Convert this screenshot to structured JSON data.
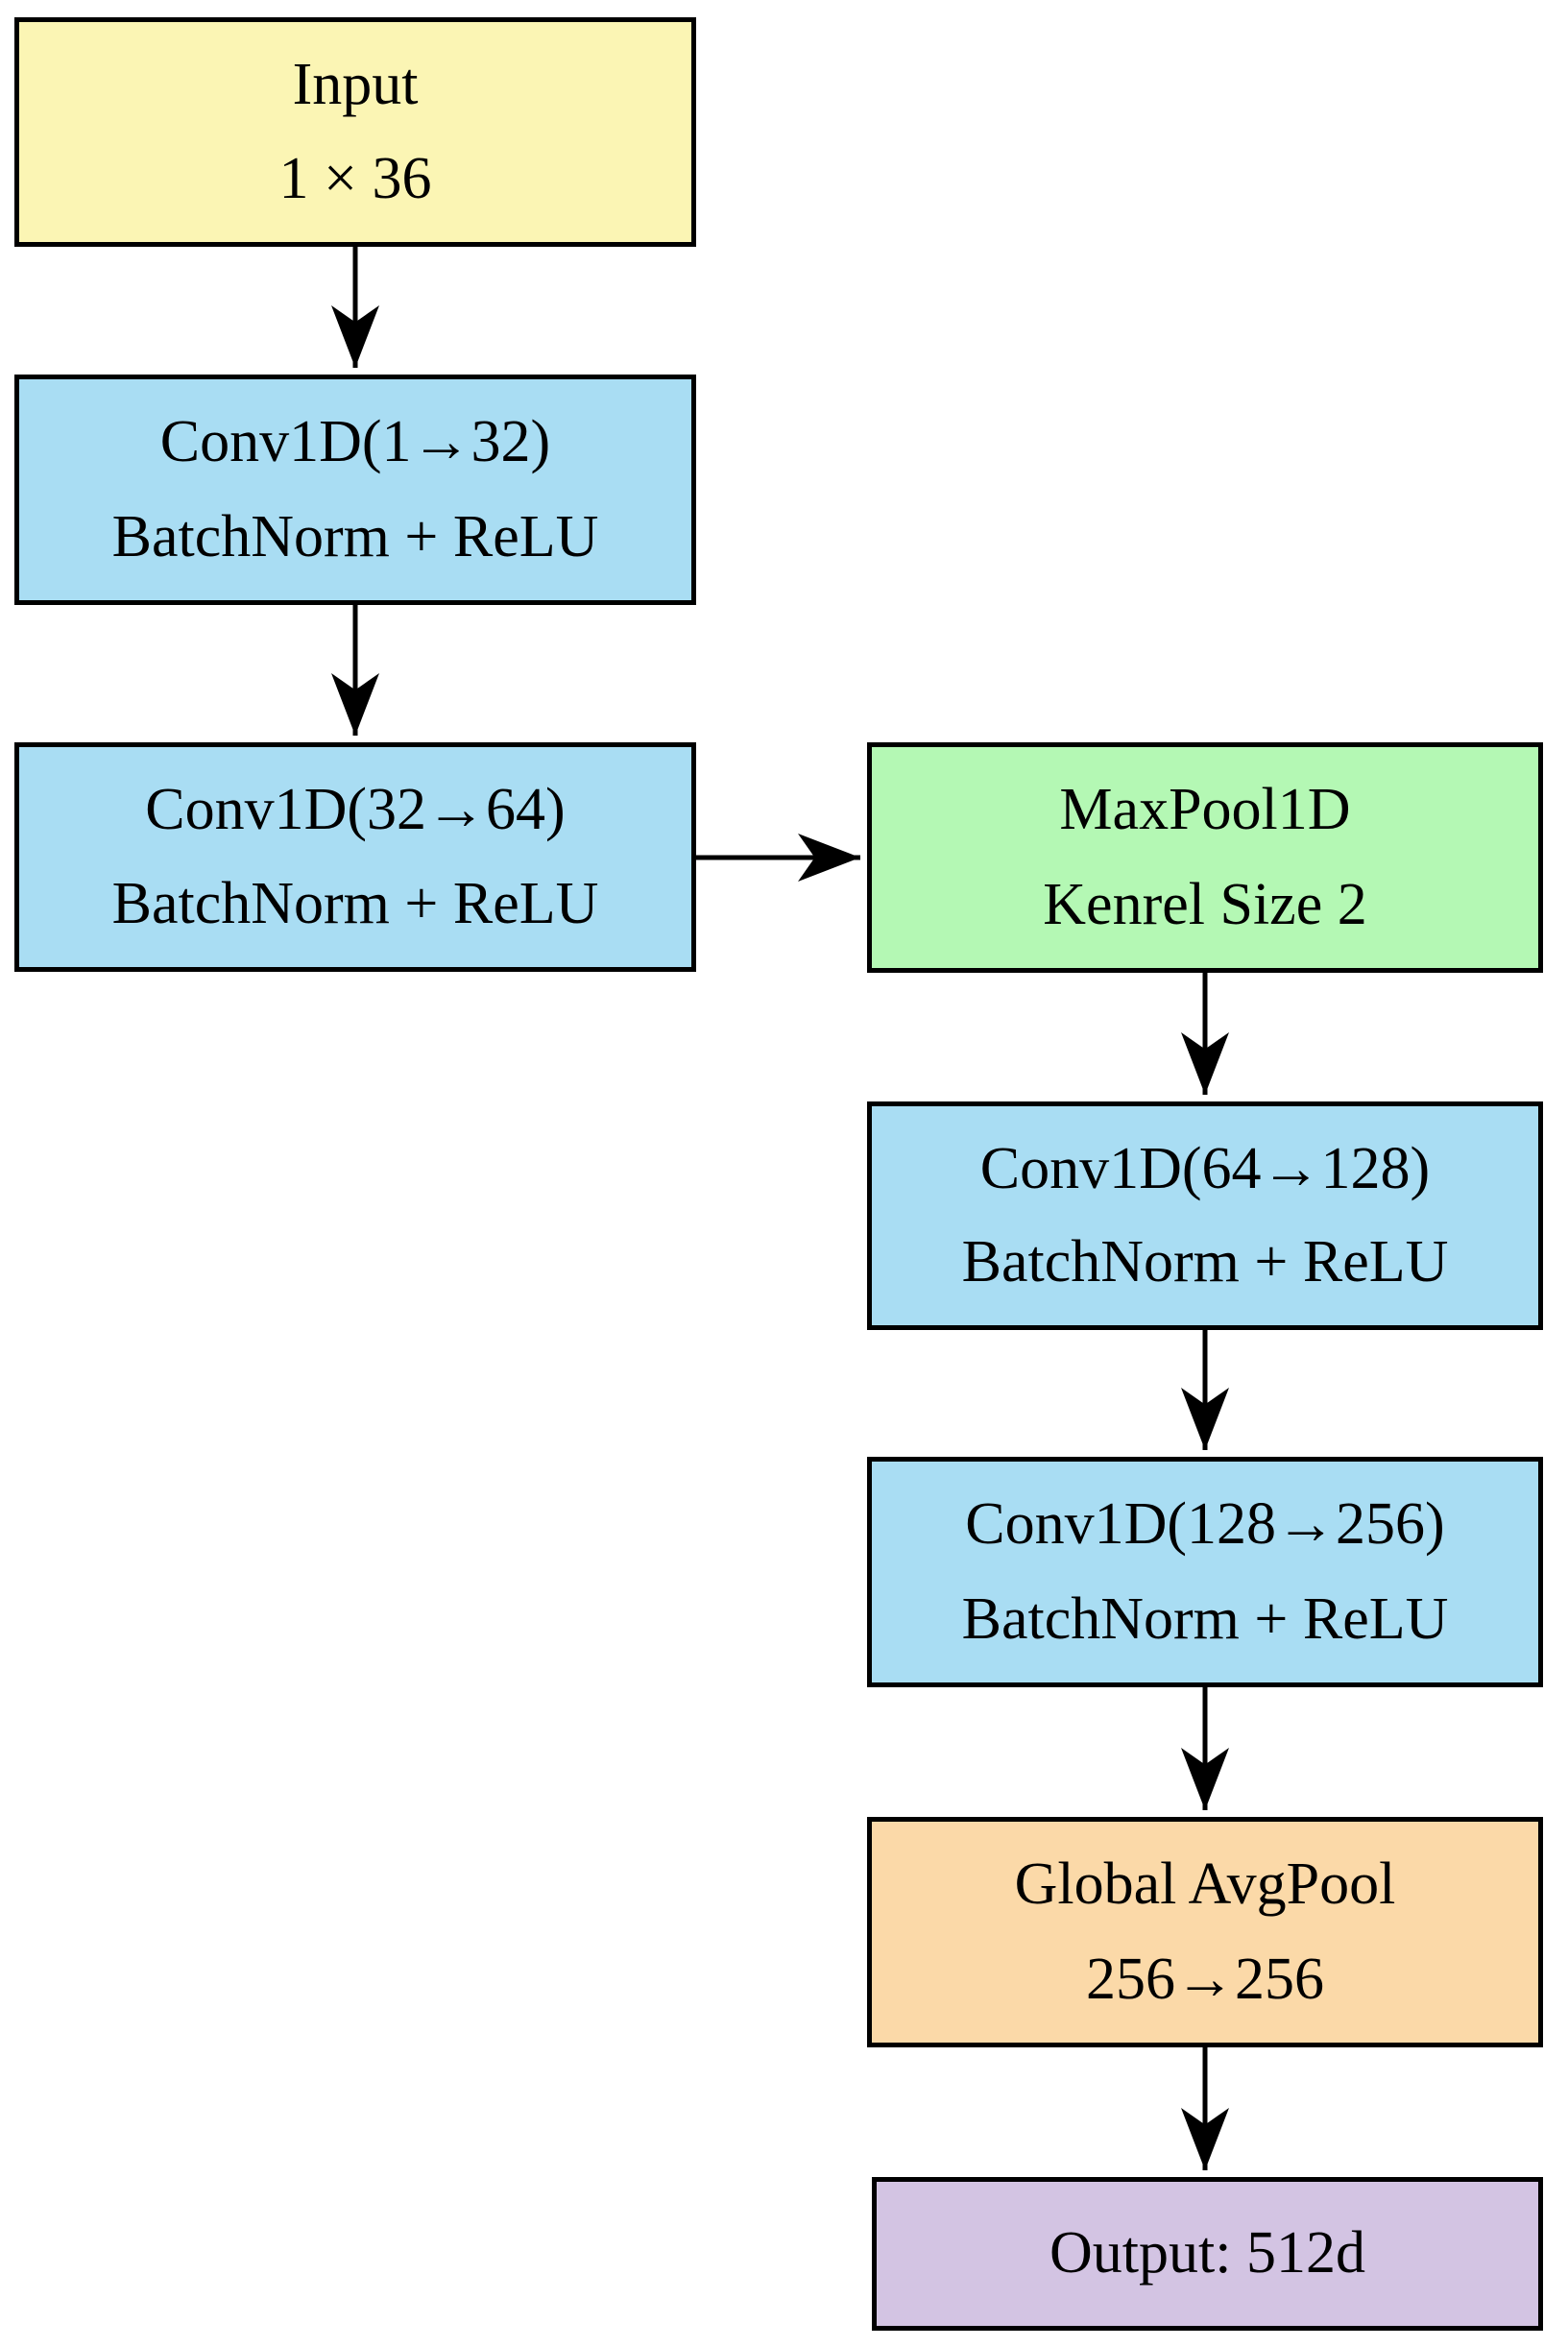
{
  "diagram": {
    "boxes": [
      {
        "id": "input",
        "line1": "Input",
        "line2": "1 × 36",
        "fill": "#FBF5B4"
      },
      {
        "id": "conv1",
        "line1": "Conv1D(1→32)",
        "line2": "BatchNorm + ReLU",
        "fill": "#A9DDF3"
      },
      {
        "id": "conv2",
        "line1": "Conv1D(32→64)",
        "line2": "BatchNorm + ReLU",
        "fill": "#A9DDF3"
      },
      {
        "id": "maxpool",
        "line1": "MaxPool1D",
        "line2": "Kenrel Size 2",
        "fill": "#B4F8B4"
      },
      {
        "id": "conv3",
        "line1": "Conv1D(64→128)",
        "line2": "BatchNorm + ReLU",
        "fill": "#A9DDF3"
      },
      {
        "id": "conv4",
        "line1": "Conv1D(128→256)",
        "line2": "BatchNorm + ReLU",
        "fill": "#A9DDF3"
      },
      {
        "id": "gap",
        "line1": "Global AvgPool",
        "line2": "256→256",
        "fill": "#FBD9A8"
      },
      {
        "id": "output",
        "line1": "Output: 512d",
        "line2": "",
        "fill": "#D3C4E3"
      }
    ],
    "border_color": "#000000",
    "arrow_color": "#000000"
  }
}
